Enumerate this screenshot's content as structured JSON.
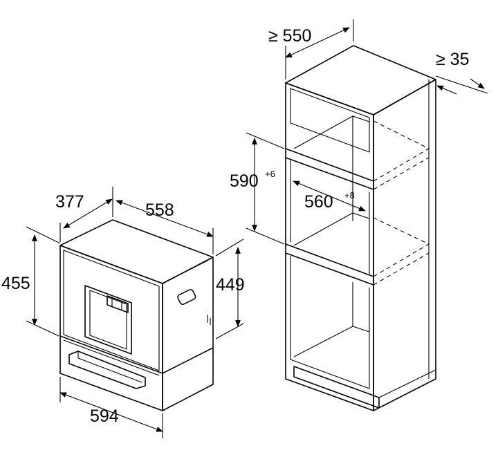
{
  "dimensions": {
    "appliance_depth": "377",
    "appliance_width_top": "558",
    "appliance_height": "455",
    "appliance_height_right": "449",
    "appliance_width_front": "594",
    "cabinet_depth": "≥ 550",
    "cabinet_ventilation_gap": "≥ 35",
    "niche_height": "590",
    "niche_height_tolerance": "+6",
    "niche_width": "560",
    "niche_width_tolerance": "+8"
  }
}
